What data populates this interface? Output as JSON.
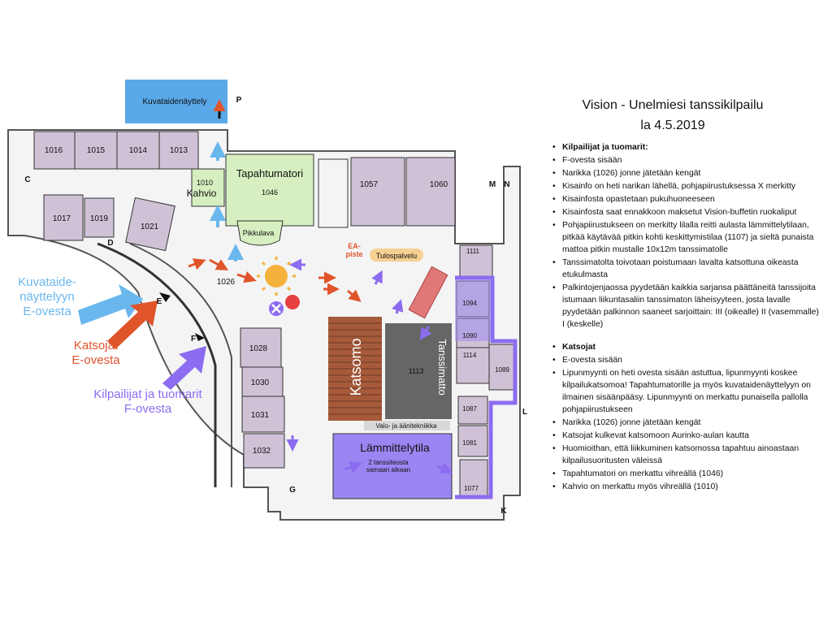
{
  "event": {
    "title": "Vision - Unelmiesi tanssikilpailu",
    "date": "la 4.5.2019"
  },
  "sections": [
    {
      "heading": "Kilpailijat ja tuomarit:",
      "items": [
        "F-ovesta sisään",
        "Narikka (1026) jonne jätetään kengät",
        "Kisainfo on heti narikan lähellä, pohjapiirustuksessa X merkitty",
        "Kisainfosta opastetaan pukuhuoneeseen",
        "Kisainfosta saat ennakkoon maksetut Vision-buffetin ruokaliput",
        "Pohjapiirustukseen on merkitty lilalla reitti aulasta lämmittelytilaan, pitkää käytävää pitkin kohti keskittymistilaa (1107) ja sieltä punaista mattoa pitkin mustalle 10x12m tanssimatolle",
        "Tanssimatolta toivotaan poistumaan lavalta katsottuna oikeasta etukulmasta",
        "Palkintojenjaossa pyydetään kaikkia sarjansa päättäneitä tanssijoita istumaan liikuntasaliin tanssimaton läheisyyteen, josta lavalle pyydetään palkinnon saaneet sarjoittain: III (oikealle)  II (vasemmalle) I (keskelle)"
      ]
    },
    {
      "heading": "Katsojat",
      "items": [
        "E-ovesta sisään",
        "Lipunmyynti on heti ovesta sisään astuttua, lipunmyynti koskee kilpailukatsomoa! Tapahtumatorille ja myös kuvataidenäyttelyyn on ilmainen sisäänpääsy. Lipunmyynti on merkattu punaisella pallolla pohjapiirustukseen",
        "Narikka (1026) jonne jätetään kengät",
        "Katsojat kulkevat katsomoon Aurinko-aulan kautta",
        "Huomioithan, että liikkuminen katsomossa tapahtuu ainoastaan kilpailusuoritusten väleissä",
        "Tapahtumatori on merkattu vihreällä (1046)",
        "Kahvio on merkattu myös vihreällä (1010)"
      ]
    }
  ],
  "map": {
    "exhibition": "Kuvataidenäyttely",
    "event_square": "Tapahtumatori",
    "event_square_room": "1046",
    "cafe": "Kahvio",
    "cafe_room": "1010",
    "small_stage": "Pikkulava",
    "cloakroom": "1026",
    "ea_line1": "EA-",
    "ea_line2": "piste",
    "results": "Tulospalvelu",
    "stand": "Katsomo",
    "dance_floor": "Tanssimatto",
    "hall": "1113",
    "av_booth": "Valo- ja äänitekniikka",
    "warmup": "Lämmittelytila",
    "warmup_note_1": "2 tanssiteosta",
    "warmup_note_2": "samaan aikaan",
    "entrance_e_letter": "E",
    "entrance_f_letter": "F",
    "entrance_c_letter": "C",
    "entrance_d_letter": "D",
    "entrance_g_letter": "G",
    "entrance_k_letter": "K",
    "entrance_l_letter": "L",
    "entrance_m_letter": "M",
    "entrance_n_letter": "N",
    "entrance_p_letter": "P",
    "legend": {
      "exhibition_l1": "Kuvataide-",
      "exhibition_l2": "näyttelyyn",
      "exhibition_l3": "E-ovesta",
      "spectators_l1": "Katsojat",
      "spectators_l2": "E-ovesta",
      "competitors_l1": "Kilpailijat ja tuomarit",
      "competitors_l2": "F-ovesta"
    },
    "rooms": {
      "r1016": "1016",
      "r1015": "1015",
      "r1014": "1014",
      "r1013": "1013",
      "r1017": "1017",
      "r1019": "1019",
      "r1021": "1021",
      "r1028": "1028",
      "r1030": "1030",
      "r1031": "1031",
      "r1032": "1032",
      "r1057": "1057",
      "r1060": "1060",
      "r1111": "1111",
      "r1094": "1094",
      "r1090": "1090",
      "r1114": "1114",
      "r1089": "1089",
      "r1087": "1087",
      "r1081": "1081",
      "r1077": "1077"
    },
    "colors": {
      "room": "#cfc2d6",
      "green": "#d6eec0",
      "purple": "#8c6cf0",
      "purple_fill": "#9b85f2",
      "blue": "#6ab7ee",
      "orange": "#e0542a",
      "results_pill": "#f6cf92",
      "hall": "#666666",
      "stand": "#a65a3a",
      "exhibition_box": "#5aa8e8",
      "sun": "#f4b23c",
      "ticket_dot": "#e84040"
    }
  }
}
